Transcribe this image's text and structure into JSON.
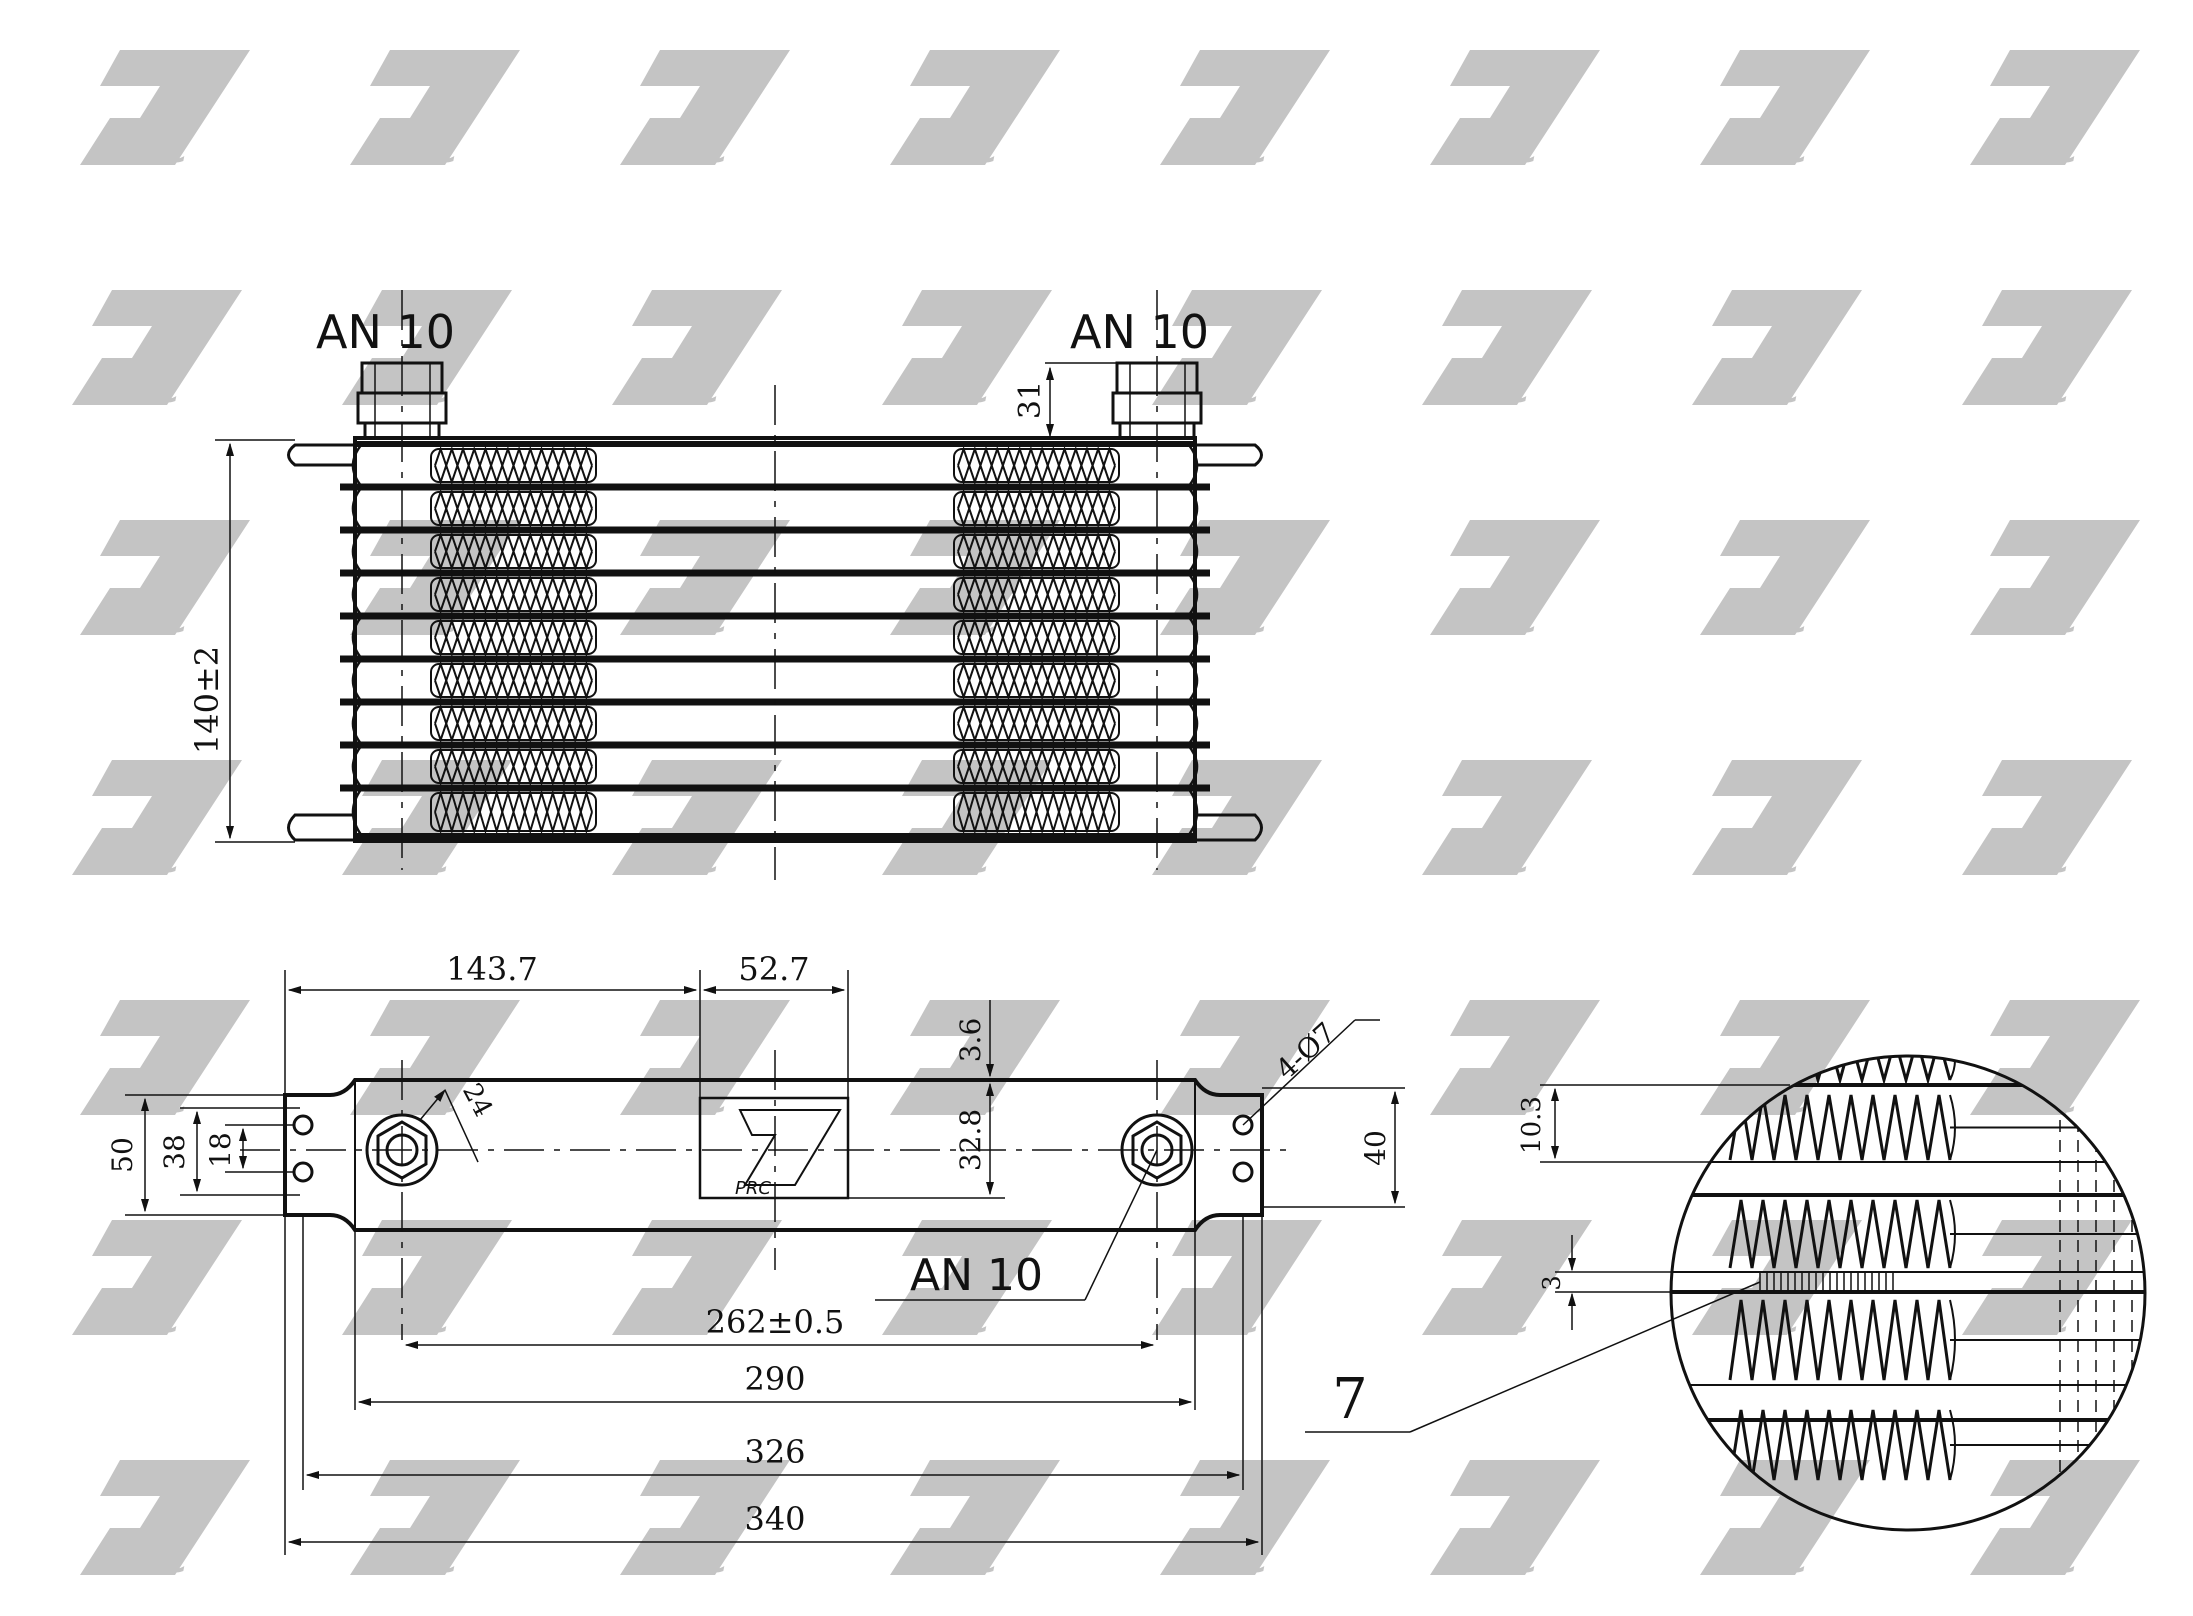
{
  "watermark": {
    "text": "PRC",
    "color": "#c4c4c4"
  },
  "colors": {
    "line": "#111111",
    "background": "#ffffff"
  },
  "front_view": {
    "fitting_left": "AN 10",
    "fitting_right": "AN 10",
    "fitting_height": "31",
    "height": "140±2"
  },
  "top_view": {
    "dim_left": "143.7",
    "dim_center": "52.7",
    "dim_top_gap": "3.6",
    "dim_logo": "32.8",
    "dim_hex": "24",
    "dim_holes": "4-Ø7",
    "dim_outer_h": "50",
    "dim_mid_h": "38",
    "dim_inner_h": "18",
    "dim_right_h": "40",
    "fitting": "AN 10",
    "dim_ports": "262±0.5",
    "dim_core": "290",
    "dim_mount": "326",
    "dim_total": "340"
  },
  "detail": {
    "dim_fin": "10.3",
    "dim_tube": "3",
    "callout": "7"
  }
}
